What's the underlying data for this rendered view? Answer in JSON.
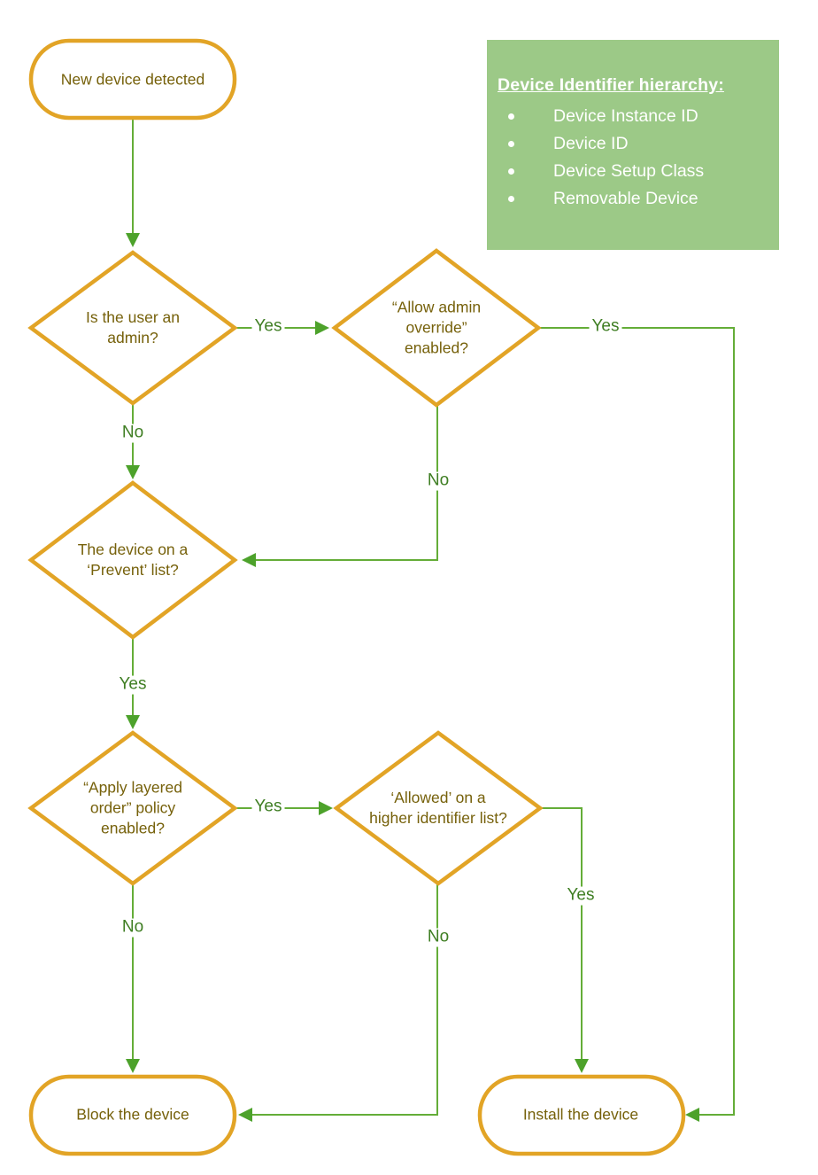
{
  "colors": {
    "shape_border": "#e2a426",
    "edge_line": "#64ad38",
    "arrowhead": "#4da22b",
    "edge_label_text": "#3f7e23",
    "shape_text": "#76610b",
    "info_box_bg": "#9cc987",
    "info_box_text": "#ffffff"
  },
  "flowchart": {
    "start": "New device detected",
    "decisions": {
      "admin": "Is the user an admin?",
      "override": "“Allow admin override” enabled?",
      "prevent": "The device on a ‘Prevent’ list?",
      "layered": "“Apply layered order” policy enabled?",
      "allowed": "‘Allowed’ on a higher identifier list?"
    },
    "terminals": {
      "block": "Block the device",
      "install": "Install the device"
    },
    "edge_labels": {
      "yes": "Yes",
      "no": "No"
    }
  },
  "hierarchy_box": {
    "title": "Device Identifier hierarchy:",
    "items": [
      "Device Instance ID",
      "Device ID",
      "Device Setup Class",
      "Removable Device"
    ]
  }
}
